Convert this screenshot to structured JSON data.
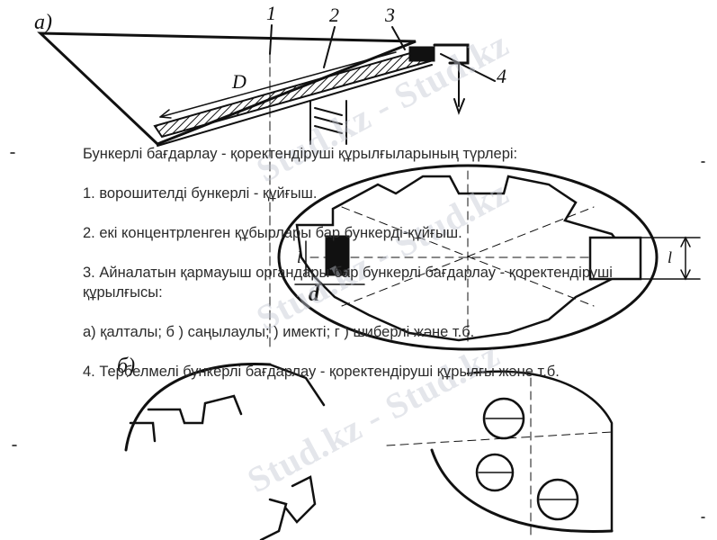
{
  "figure": {
    "label_a": "а)",
    "label_b": "б)",
    "callouts": [
      "1",
      "2",
      "3",
      "4"
    ],
    "dimension_D": "D",
    "dimension_d": "d",
    "dimension_l_left": "l",
    "dimension_l_right": "l"
  },
  "watermark": {
    "text": "Stud.kz - Stud.kz"
  },
  "content": {
    "heading": "Бункерлі бағдарлау - қоректендіруші құрылғыларының түрлері:",
    "item1": "1. ворошителді бункерлі - құйғыш.",
    "item2": "2. екі концентрленген құбырлары бар бункерді-құйғыш.",
    "item3": "3. Айналатын қармауыш органдары бар бункерлі бағдарлау - қоректендіруші құрылғысы:",
    "item3_sub": "а) қалталы; б ) саңылаулы; ) имекті; г ) шиберлі және т.б.",
    "item4": "4. Тербелмелі бункерлі бағдарлау - қоректендіруші құрылғы және т.б."
  }
}
